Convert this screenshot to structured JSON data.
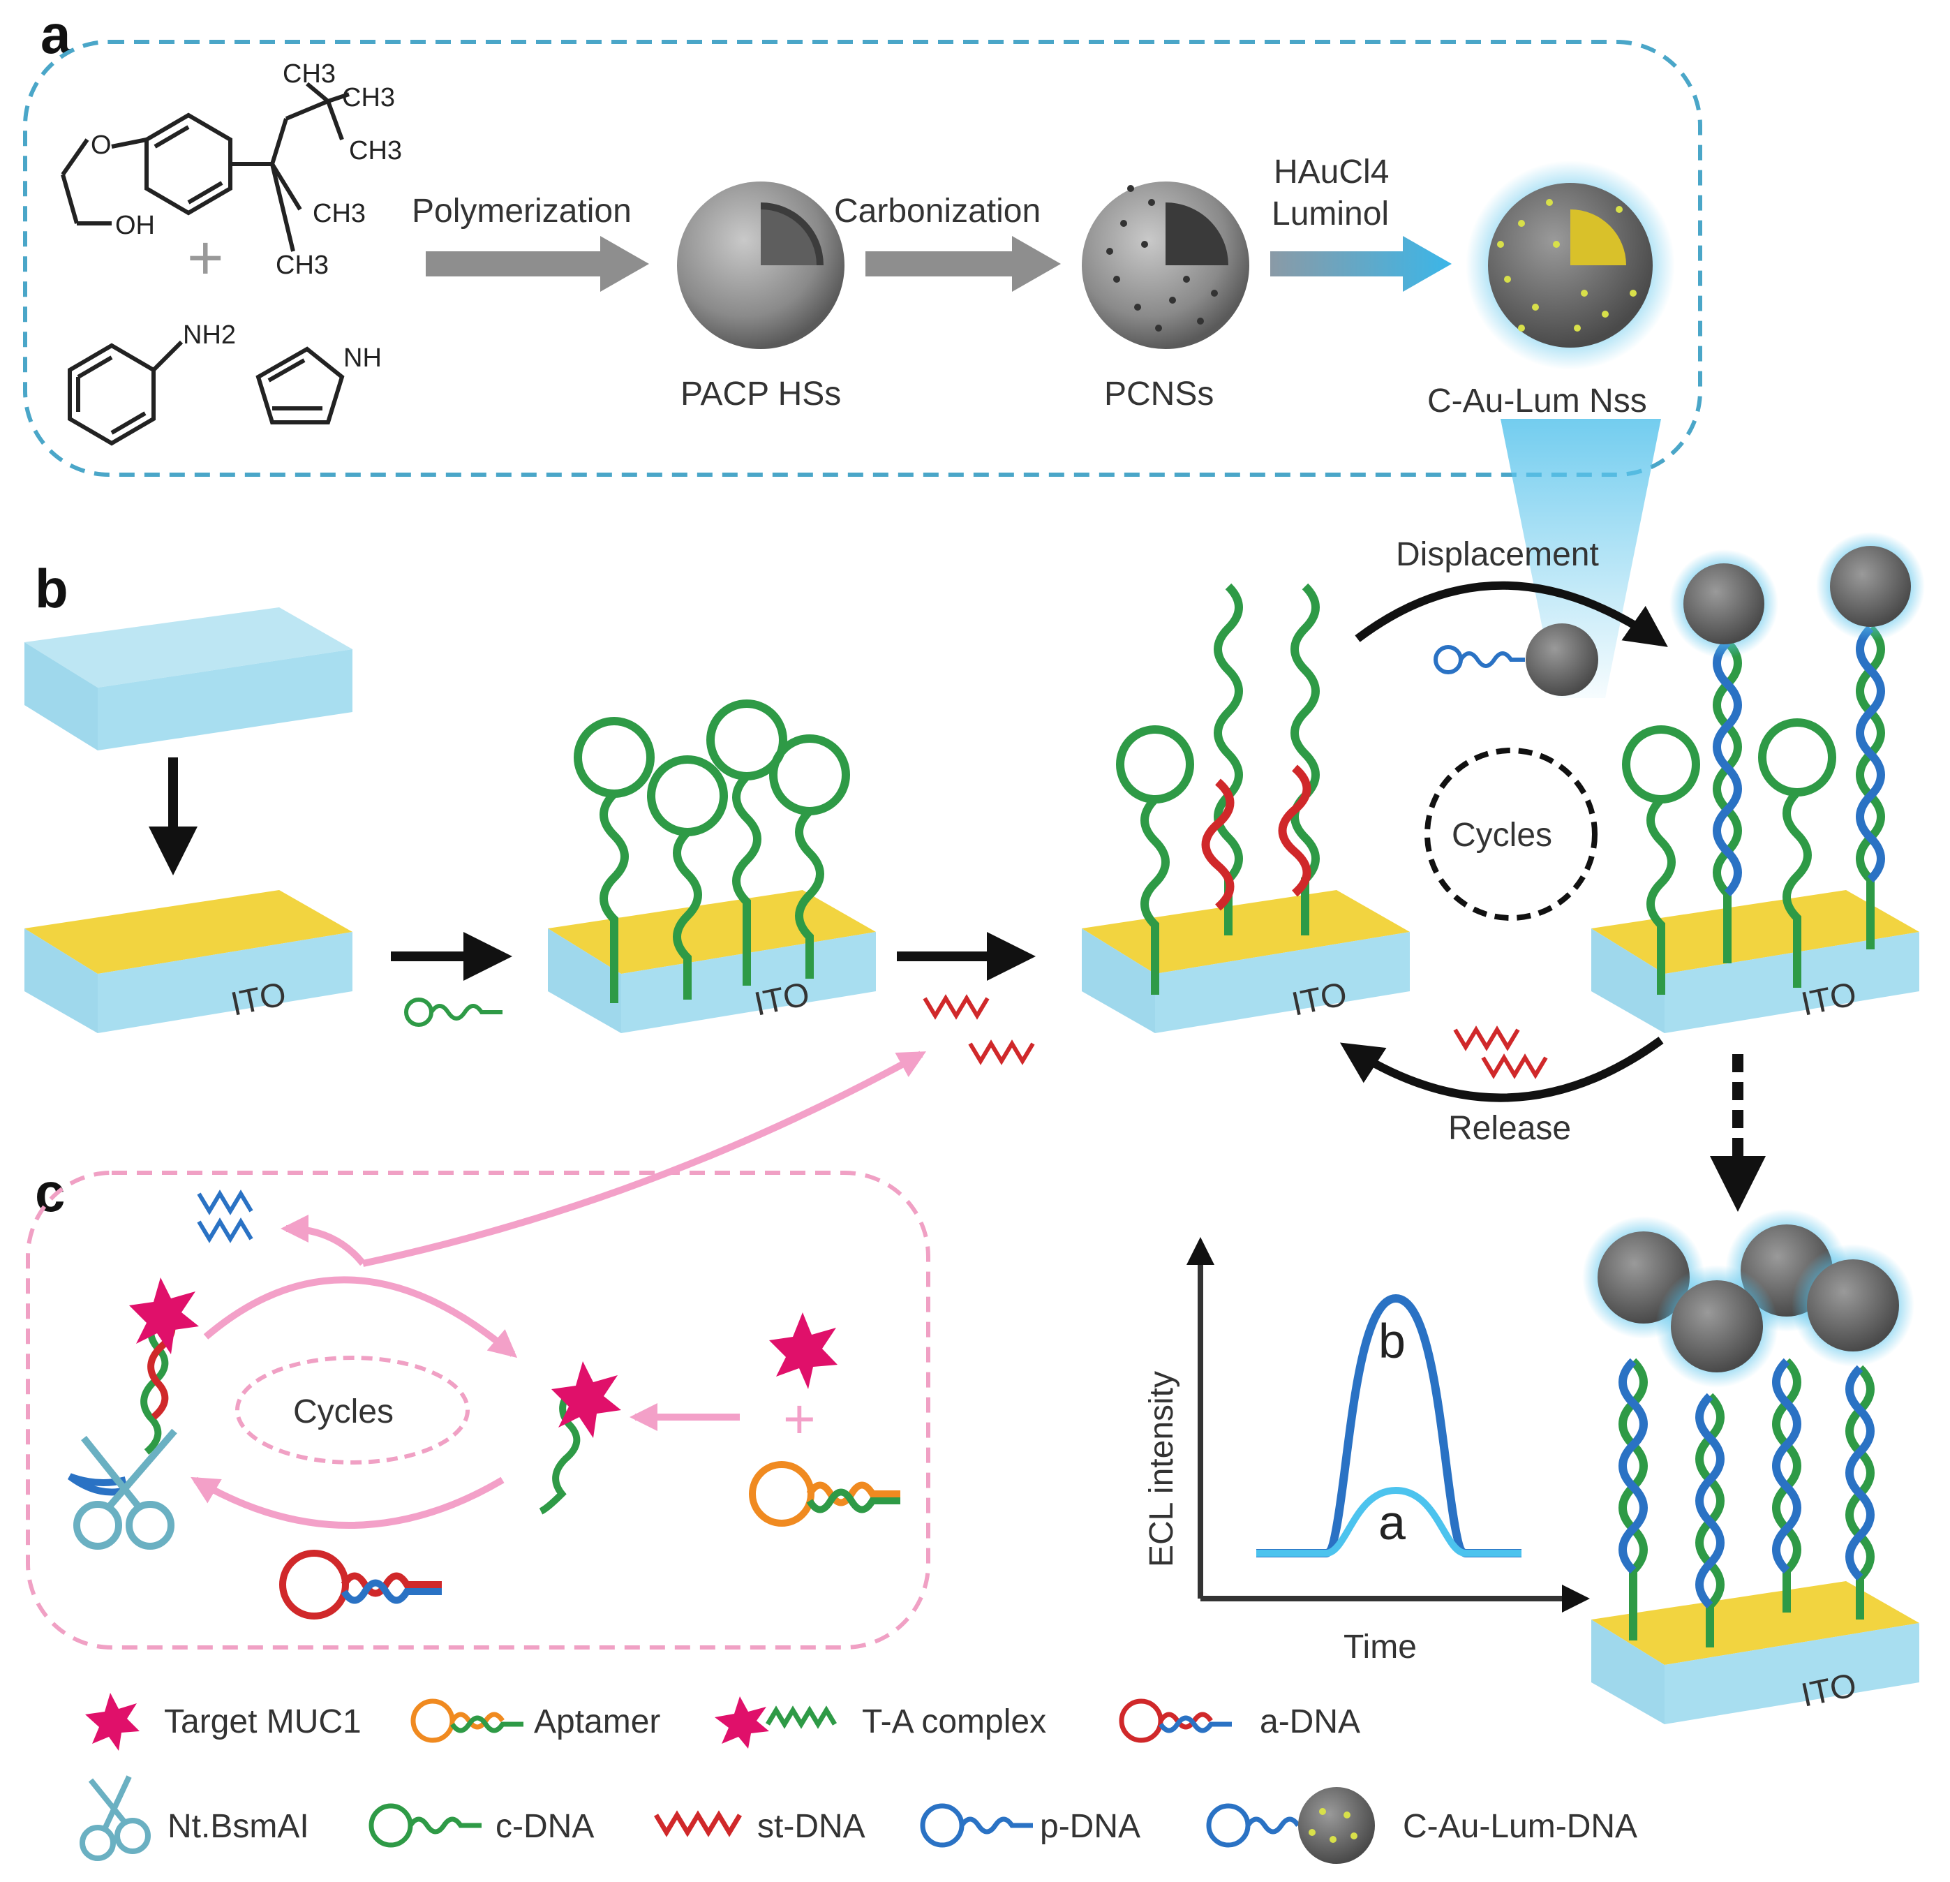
{
  "panels": {
    "a": "a",
    "b": "b",
    "c": "c"
  },
  "panel_a": {
    "reagents": {
      "ch3_1": "CH3",
      "ch3_2": "CH3",
      "ch3_3": "CH3",
      "ch3_4": "CH3",
      "ch3_5": "CH3",
      "oh": "OH",
      "plus": "+",
      "nh2": "NH2",
      "nh": "NH"
    },
    "steps": {
      "polymerization": "Polymerization",
      "carbonization": "Carbonization",
      "haucl4": "HAuCl4",
      "luminol": "Luminol"
    },
    "products": {
      "pacp": "PACP HSs",
      "pcnss": "PCNSs",
      "cau": "C-Au-Lum Nss"
    }
  },
  "panel_b": {
    "ito": "ITO",
    "displacement": "Displacement",
    "release": "Release",
    "cycles": "Cycles"
  },
  "panel_c": {
    "cycles": "Cycles",
    "plus": "+"
  },
  "ecl_plot": {
    "ylabel": "ECL intensity",
    "xlabel": "Time",
    "curve_b_label": "b",
    "curve_a_label": "a"
  },
  "legend": [
    {
      "label": "Target MUC1",
      "icon": "star-icon"
    },
    {
      "label": "Aptamer",
      "icon": "hairpin-icon"
    },
    {
      "label": "T-A complex",
      "icon": "complex-icon"
    },
    {
      "label": "a-DNA",
      "icon": "hairpin-icon"
    },
    {
      "label": "Nt.BsmAI",
      "icon": "scissors-icon"
    },
    {
      "label": "c-DNA",
      "icon": "hairpin-icon"
    },
    {
      "label": "st-DNA",
      "icon": "wave-icon"
    },
    {
      "label": "p-DNA",
      "icon": "hairpin-icon"
    },
    {
      "label": "C-Au-Lum-DNA",
      "icon": "nanoparticle-icon"
    }
  ],
  "colors": {
    "dashed_box_a": "#4aa6c8",
    "dashed_box_c": "#f0a0c4",
    "green_dna": "#2e9a46",
    "red_dna": "#d0282a",
    "blue_dna": "#2a72c4",
    "orange_dna": "#f08a20",
    "ito_top": "#f2d440",
    "ito_side": "#a8def0",
    "pink_arrow": "#f3a0c8",
    "magenta_star": "#e0106a",
    "glow": "#5ac4ec"
  }
}
